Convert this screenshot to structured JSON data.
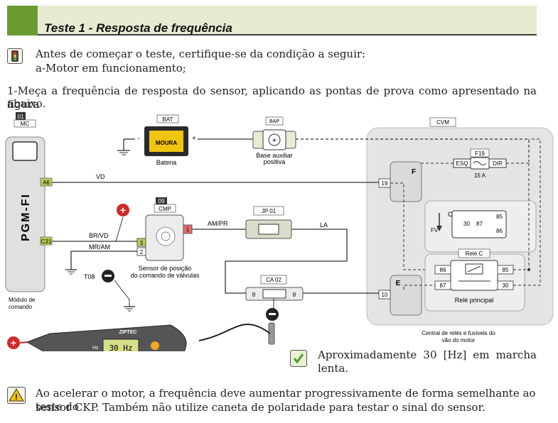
{
  "header": {
    "title": "Teste 1 - Resposta de frequência"
  },
  "notice": {
    "icon": "traffic-light-icon",
    "line1": "Antes de começar o teste, certifique-se da condição a seguir:",
    "line2": "a-Motor em funcionamento;"
  },
  "instruction": {
    "line1": "1-Meça a frequência de resposta do sensor, aplicando as pontas de prova como apresentado na figura",
    "line2": "abaixo."
  },
  "diagram": {
    "ecu": {
      "number": "01",
      "code": "MC",
      "name": "PGM-FI",
      "caption1": "Módulo de",
      "caption2": "comando",
      "pin_a6": "A6",
      "pin_c31": "C31"
    },
    "battery": {
      "code": "BAT",
      "label": "Bateria",
      "brand": "MOURA",
      "minus": "-",
      "plus": "+"
    },
    "bap": {
      "code": "BAP",
      "label1": "Base auxiliar",
      "label2": "positiva"
    },
    "cvm": {
      "code": "CVM",
      "caption1": "Central de relés e fusíveis do",
      "caption2": "vão do motor"
    },
    "fuse": {
      "code": "F19",
      "left": "ESQ",
      "right": "DIR",
      "rating": "15 A"
    },
    "connector_f": {
      "label": "F",
      "pin": "19"
    },
    "connector_e": {
      "label": "E",
      "pin": "10"
    },
    "relay_detail": {
      "c": "C",
      "fv": "FV",
      "p30": "30",
      "p87": "87",
      "p85": "85",
      "p86": "86"
    },
    "relay": {
      "code": "Relé C",
      "label": "Relé principal",
      "p86": "86",
      "p87": "87",
      "p85": "85",
      "p30": "30"
    },
    "cmp": {
      "number": "09",
      "code": "CMP",
      "pin1": "1",
      "pin2": "2",
      "pin3": "3",
      "label1": "Sensor de posição",
      "label2": "do comando de válvulas"
    },
    "jp01": {
      "code": "JP 01"
    },
    "ca02": {
      "code": "CA 02",
      "pin_left": "8",
      "pin_right": "8"
    },
    "wires": {
      "vd": "VD",
      "br_vd": "BR/VD",
      "mr_am": "MR/AM",
      "am_pr": "AM/PR",
      "la": "LA",
      "t08": "T08"
    },
    "meter": {
      "brand": "ZIPTEC",
      "reading": "30 Hz",
      "side_label": "Hz"
    }
  },
  "result": {
    "icon": "check-icon",
    "line1": "Aproximadamente 30 [Hz] em marcha",
    "line2": "lenta."
  },
  "warning": {
    "icon": "warning-icon",
    "line1": "Ao acelerar o motor, a frequência deve aumentar progressivamente de forma semelhante ao teste do",
    "line2": "sensor CKP. Também não utilize caneta de polaridade para testar o sinal do sensor."
  },
  "colors": {
    "header_green": "#6a9a31",
    "header_bar": "#e9ead2",
    "probe_red": "#d22a2a",
    "connector_green": "#b8cf5a",
    "cvm_bg": "#e4e4e4"
  }
}
